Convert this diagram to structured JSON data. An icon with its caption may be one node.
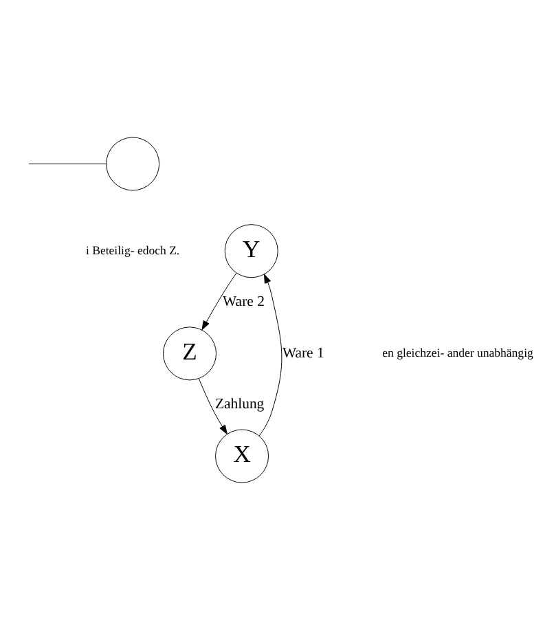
{
  "diagram": {
    "nodes": [
      {
        "text": [],
        "shape": "circle"
      },
      {
        "text": [
          "Y"
        ]
      },
      {
        "text": [
          "X"
        ]
      },
      {
        "text": [
          "Z"
        ]
      }
    ],
    "edges": [
      {
        "from": null,
        "to": 0,
        "arrow": "none"
      },
      {
        "from": 2,
        "to": 1,
        "arrow": "to",
        "label": "Ware 1"
      },
      {
        "from": 1,
        "to": 3,
        "arrow": "to",
        "label": "Ware 2"
      },
      {
        "from": 3,
        "to": 2,
        "arrow": "to",
        "label": "Zahlung"
      }
    ],
    "labels": [
      "i Beteilig- edoch Z.",
      "en gleichzei- ander unabhängig"
    ]
  }
}
